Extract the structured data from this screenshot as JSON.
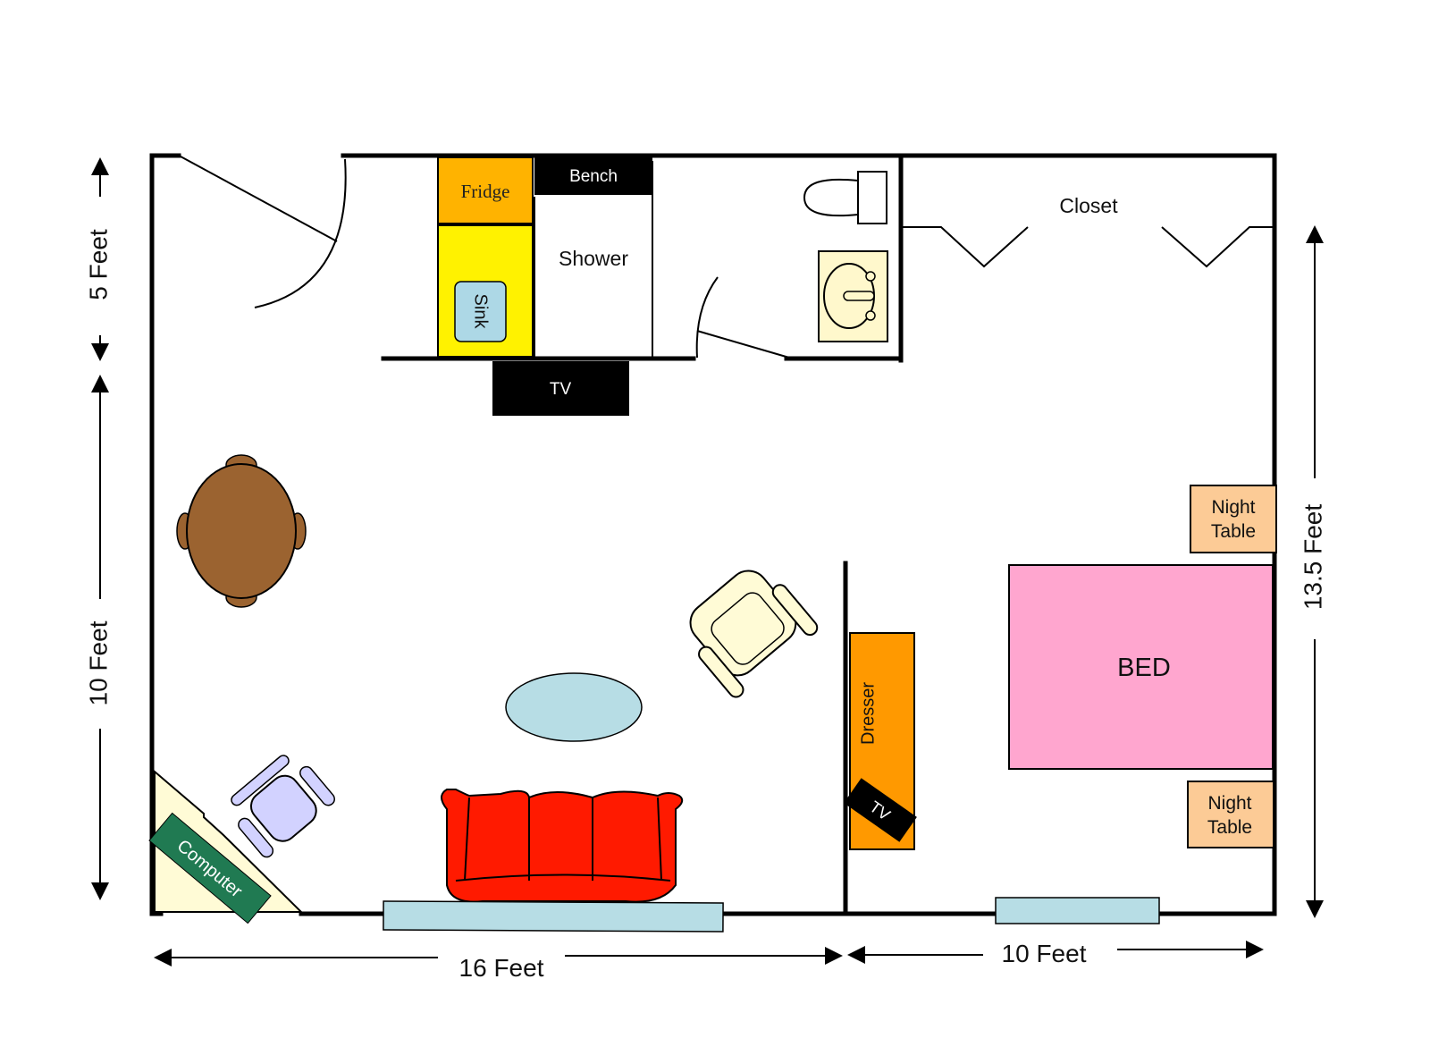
{
  "rooms": {
    "closet": "Closet",
    "shower": "Shower"
  },
  "furniture": {
    "fridge": "Fridge",
    "bench": "Bench",
    "sink": "Sink",
    "tv_main": "TV",
    "tv_bedroom": "TV",
    "dresser": "Dresser",
    "bed": "BED",
    "night_table_top": [
      "Night",
      "Table"
    ],
    "night_table_bottom": [
      "Night",
      "Table"
    ],
    "computer": "Computer"
  },
  "dimensions": {
    "left_top": "5  Feet",
    "left_bottom": "10  Feet",
    "right": "13.5  Feet",
    "bottom_left": "16 Feet",
    "bottom_right": "10 Feet"
  },
  "colors": {
    "fridge": "#FFB300",
    "sink_counter": "#FFF200",
    "sink_basin": "#ADD8E6",
    "bed": "#FFA6CF",
    "night_table": "#FCCB96",
    "dresser": "#FF9900",
    "couch": "#FF1A00",
    "table": "#9B6330",
    "rug": "#B7DDE5",
    "chair": "#D2D2FF",
    "armchair": "#FFFBD6",
    "computer_desk": "#FFFBD6",
    "computer": "#207A52",
    "window": "#B7DDE5"
  }
}
